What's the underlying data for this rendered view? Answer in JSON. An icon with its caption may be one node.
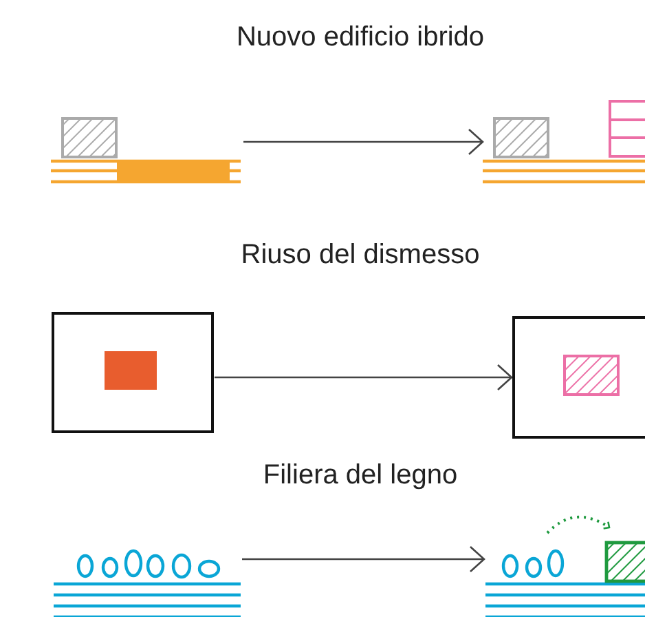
{
  "diagram": {
    "nodes": [
      {
        "text": [],
        "shape": "picture"
      },
      {
        "text": [],
        "shape": "picture"
      },
      {
        "text": [],
        "shape": "picture"
      },
      {
        "text": [],
        "shape": "picture"
      },
      {
        "text": [],
        "shape": "picture"
      },
      {
        "text": [],
        "shape": "picture"
      }
    ],
    "edges": [
      {
        "from": 0,
        "to": 1,
        "arrow": "to"
      },
      {
        "from": 2,
        "to": 3,
        "arrow": "to"
      },
      {
        "from": 4,
        "to": 5,
        "arrow": "to"
      }
    ],
    "labels": [
      "Nuovo edificio ibrido",
      "Riuso del dismesso",
      "Filiera del legno"
    ]
  }
}
